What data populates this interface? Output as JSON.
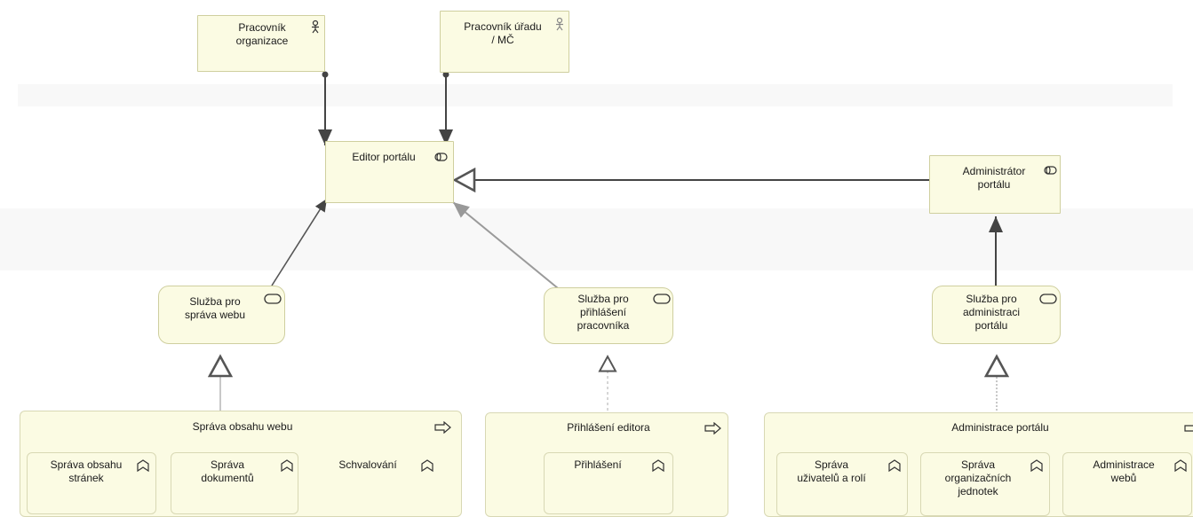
{
  "actors": {
    "pracovnik_organizace": "Pracovník\norganizace",
    "pracovnik_uradu": "Pracovník úřadu\n/ MČ"
  },
  "roles": {
    "editor_portalu": "Editor portálu",
    "administrator_portalu": "Administrátor\nportálu"
  },
  "services": {
    "sluzba_sprava_webu": "Služba pro\nspráva webu",
    "sluzba_prihlaseni": "Služba pro\npřihlášení\npracovníka",
    "sluzba_administrace": "Služba pro\nadministraci\nportálu"
  },
  "processes": {
    "sprava_obsahu_webu": "Správa obsahu webu",
    "prihlaseni_editora": "Přihlášení editora",
    "administrace_portalu": "Administrace portálu"
  },
  "subprocesses": {
    "sprava_obsahu_stranek": "Správa obsahu\nstránek",
    "sprava_dokumentu": "Správa\ndokumentů",
    "schvalovani": "Schvalování",
    "prihlaseni": "Přihlášení",
    "sprava_uzivatelu": "Správa\nuživatelů a rolí",
    "sprava_org_jednotek": "Správa\norganizačních\njednotek",
    "administrace_webu": "Administrace\nwebů"
  },
  "colors": {
    "fill": "#fbfbe3",
    "border": "#cfcf9f",
    "line": "#444444",
    "light_line": "#b8b8b8"
  }
}
